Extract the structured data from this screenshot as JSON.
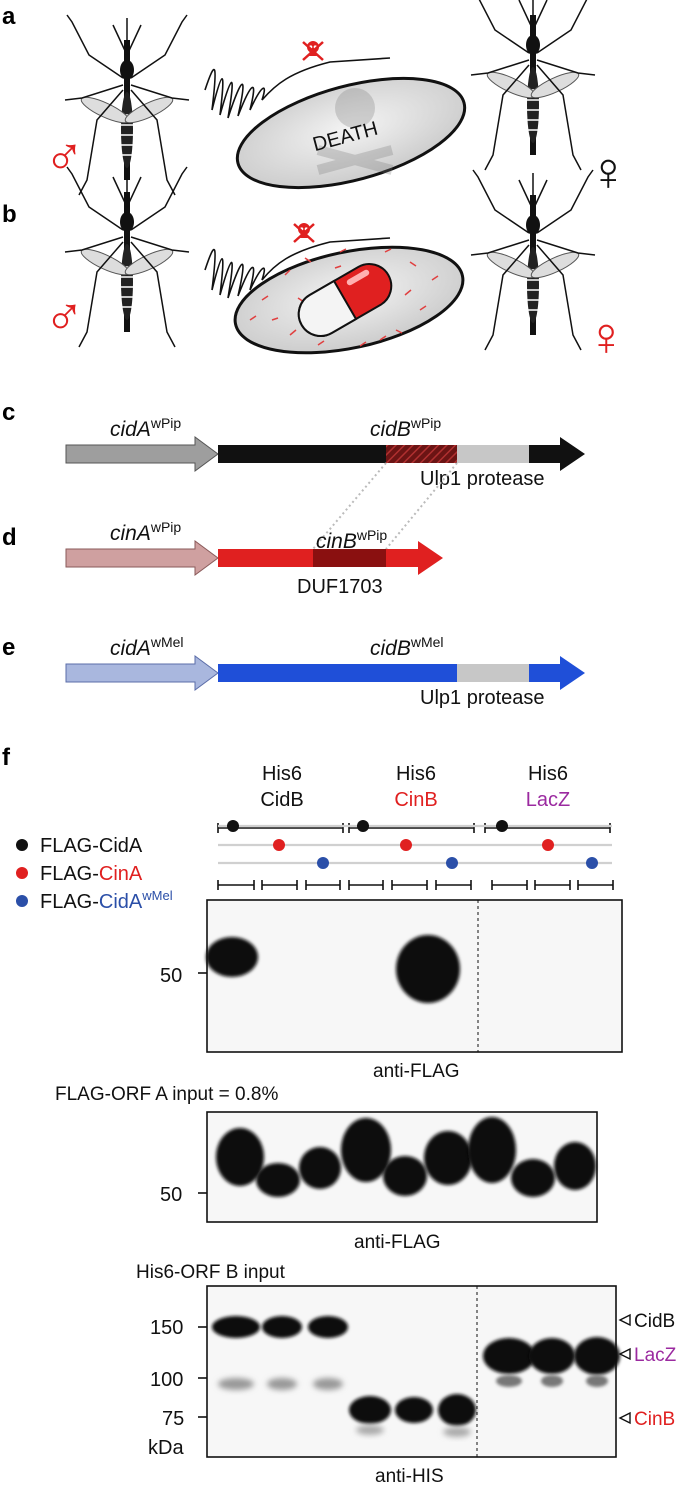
{
  "panels": {
    "a": {
      "letter": "a",
      "male_symbol": "♂",
      "female_symbol": "♀",
      "egg_text": "DEATH"
    },
    "b": {
      "letter": "b",
      "male_symbol": "♂",
      "female_symbol": "♀"
    },
    "c": {
      "letter": "c",
      "gene_a": "cidA",
      "gene_a_sup": "wPip",
      "gene_b": "cidB",
      "gene_b_sup": "wPip",
      "domain_label": "Ulp1 protease"
    },
    "d": {
      "letter": "d",
      "gene_a": "cinA",
      "gene_a_sup": "wPip",
      "gene_b": "cinB",
      "gene_b_sup": "wPip",
      "domain_label": "DUF1703"
    },
    "e": {
      "letter": "e",
      "gene_a": "cidA",
      "gene_a_sup": "wMel",
      "gene_b": "cidB",
      "gene_b_sup": "wMel",
      "domain_label": "Ulp1 protease"
    },
    "f": {
      "letter": "f",
      "his_groups": [
        {
          "line1": "His6",
          "line2": "CidB",
          "color": "#111111"
        },
        {
          "line1": "His6",
          "line2": "CinB",
          "color": "#e02020"
        },
        {
          "line1": "His6",
          "line2": "LacZ",
          "color": "#9b2aa0"
        }
      ],
      "legend": [
        {
          "prefix": "FLAG-",
          "name": "CidA",
          "sup": "",
          "color": "#111111"
        },
        {
          "prefix": "FLAG-",
          "name": "CinA",
          "sup": "",
          "color": "#e02020"
        },
        {
          "prefix": "FLAG-",
          "name": "CidA",
          "sup": "wMel",
          "color": "#2b4fa8"
        }
      ],
      "blot1": {
        "marker": "50",
        "caption": "anti-FLAG"
      },
      "blot2": {
        "title": "FLAG-ORF A input = 0.8%",
        "marker": "50",
        "caption": "anti-FLAG"
      },
      "blot3": {
        "title": "His6-ORF B input",
        "markers": [
          "150",
          "100",
          "75"
        ],
        "unit": "kDa",
        "caption": "anti-HIS",
        "band_labels": [
          {
            "text": "CidB",
            "color": "#111111"
          },
          {
            "text": "LacZ",
            "color": "#9b2aa0"
          },
          {
            "text": "CinB",
            "color": "#e02020"
          }
        ]
      }
    }
  }
}
